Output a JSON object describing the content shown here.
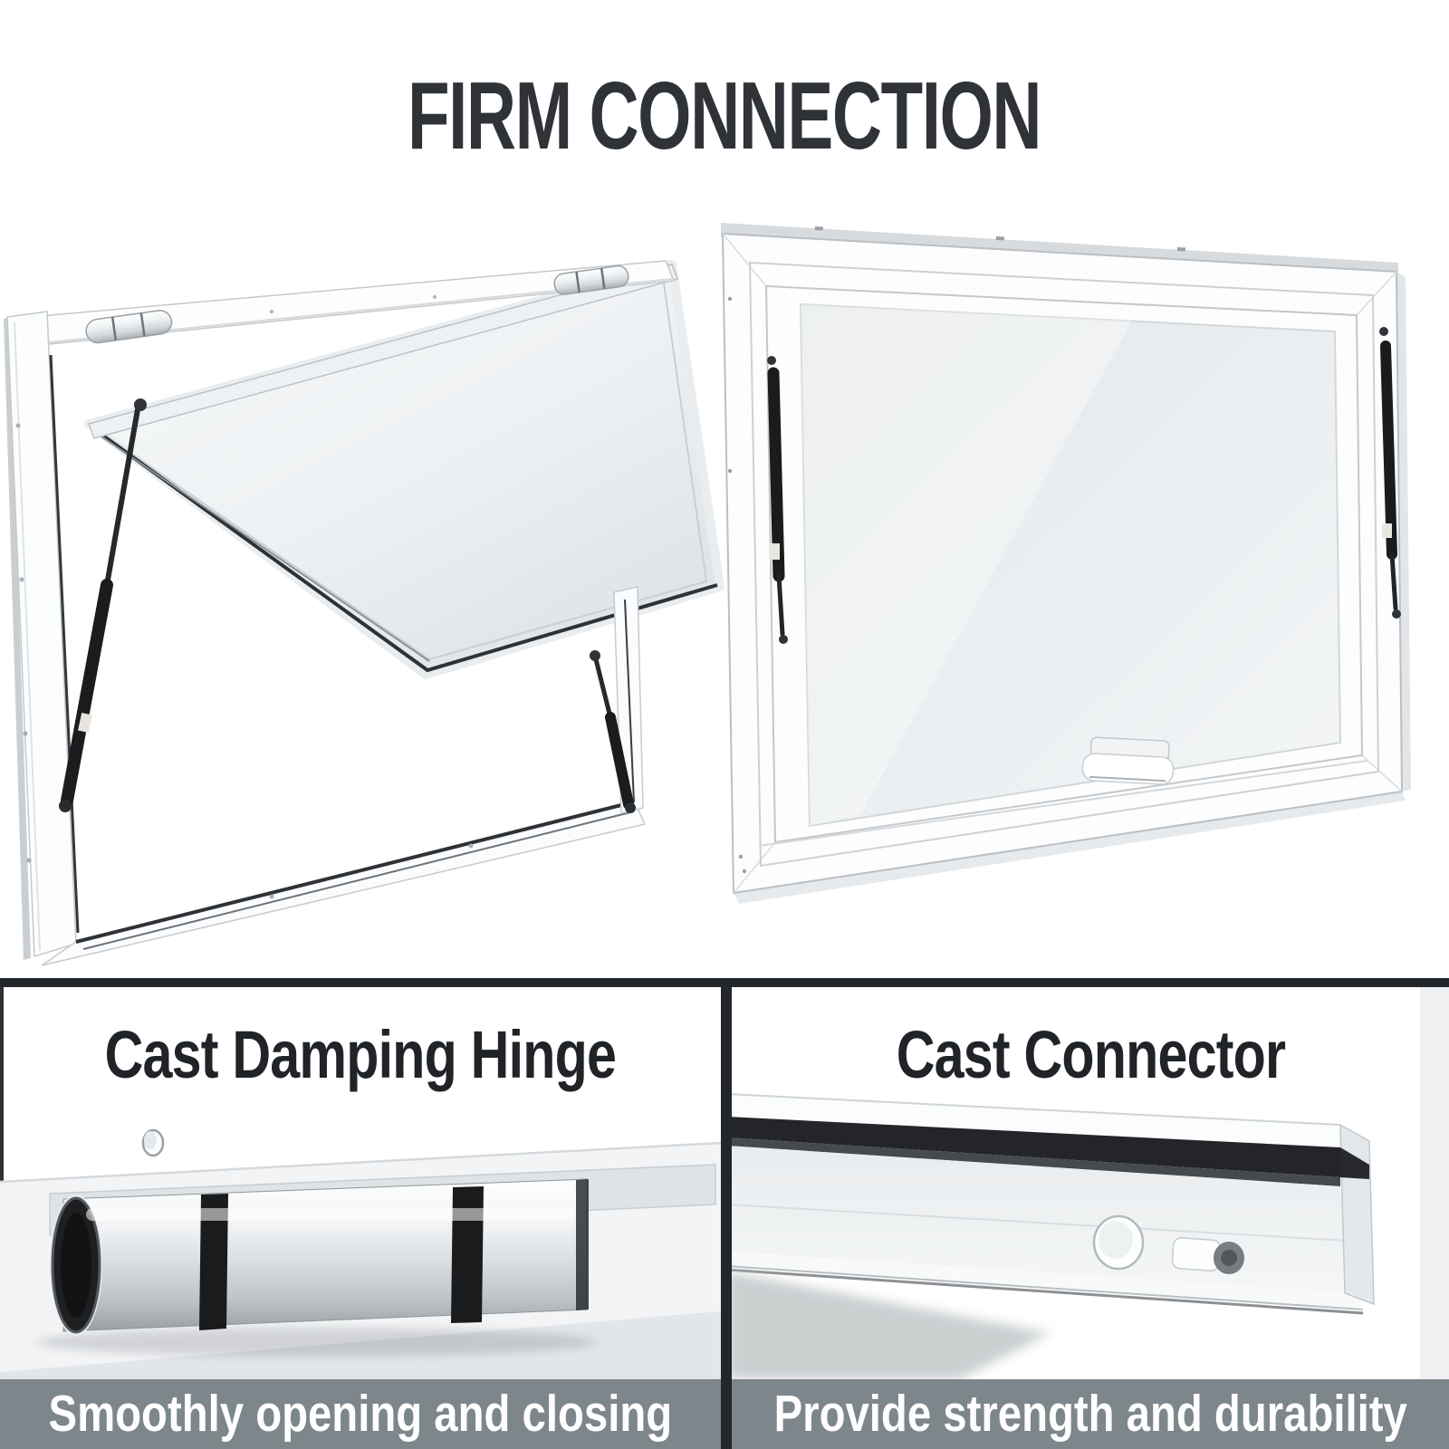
{
  "page": {
    "background": "#ffffff",
    "title": "FIRM CONNECTION"
  },
  "hero": {
    "left_image": "open-awning-concession-window-with-gas-struts",
    "right_image": "closed-concession-window-frosted-glass-with-handle"
  },
  "features": [
    {
      "title": "Cast Damping Hinge",
      "caption": "Smoothly opening and closing",
      "image": "cylindrical-damping-hinge-closeup"
    },
    {
      "title": "Cast Connector",
      "caption": "Provide strength and durability",
      "image": "aluminum-frame-cast-connector-closeup"
    }
  ],
  "colors": {
    "title": "#2f3338",
    "heading": "#202327",
    "caption_bar": "#7d868b",
    "caption_text": "#ffffff",
    "panel_border": "#23262b"
  }
}
